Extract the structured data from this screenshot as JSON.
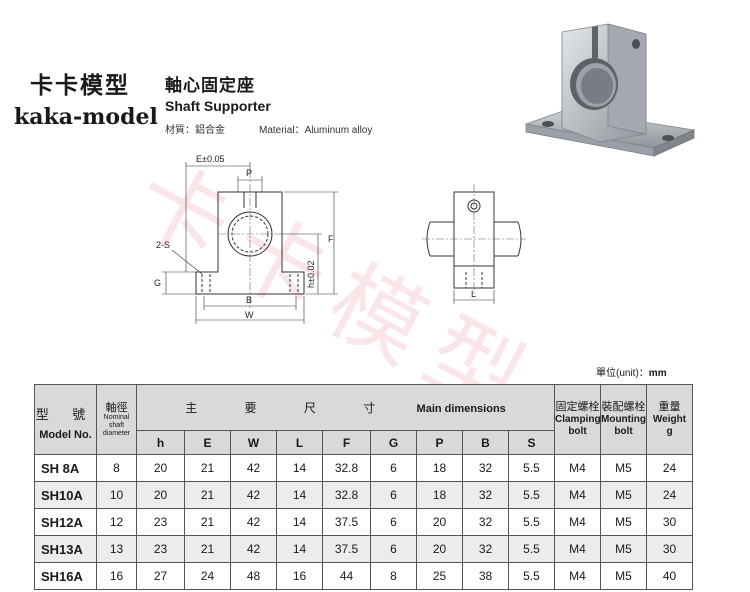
{
  "brand": {
    "cn": "卡卡模型",
    "en": "kaka-model"
  },
  "product": {
    "title_cn": "軸心固定座",
    "title_en": "Shaft Supporter",
    "material_cn": "材質：鋁合金",
    "material_en": "Material：Aluminum alloy"
  },
  "drawing": {
    "labels": {
      "e": "E±0.05",
      "p": "P",
      "s": "2-S",
      "g": "G",
      "b": "B",
      "w": "W",
      "h": "h±0.02",
      "f": "F",
      "l": "L"
    }
  },
  "unit": {
    "label": "單位(unit)：",
    "value": "mm"
  },
  "watermark": "卡卡模型",
  "table": {
    "headers": {
      "model_cn": "型 號",
      "model_en": "Model No.",
      "shaft_cn": "軸徑",
      "shaft_en": "Nominal shaft diameter",
      "main_cn": "主 要 尺 寸",
      "main_en": "Main dimensions",
      "clamp_cn": "固定螺栓",
      "clamp_en": "Clamping bolt",
      "mount_cn": "裝配螺栓",
      "mount_en": "Mounting bolt",
      "weight_cn": "重量",
      "weight_en": "Weight",
      "weight_unit": "g",
      "dims": [
        "h",
        "E",
        "W",
        "L",
        "F",
        "G",
        "P",
        "B",
        "S"
      ]
    },
    "rows": [
      [
        "SH 8A",
        "8",
        "20",
        "21",
        "42",
        "14",
        "32.8",
        "6",
        "18",
        "32",
        "5.5",
        "M4",
        "M5",
        "24"
      ],
      [
        "SH10A",
        "10",
        "20",
        "21",
        "42",
        "14",
        "32.8",
        "6",
        "18",
        "32",
        "5.5",
        "M4",
        "M5",
        "24"
      ],
      [
        "SH12A",
        "12",
        "23",
        "21",
        "42",
        "14",
        "37.5",
        "6",
        "20",
        "32",
        "5.5",
        "M4",
        "M5",
        "30"
      ],
      [
        "SH13A",
        "13",
        "23",
        "21",
        "42",
        "14",
        "37.5",
        "6",
        "20",
        "32",
        "5.5",
        "M4",
        "M5",
        "30"
      ],
      [
        "SH16A",
        "16",
        "27",
        "24",
        "48",
        "16",
        "44",
        "8",
        "25",
        "38",
        "5.5",
        "M4",
        "M5",
        "40"
      ]
    ]
  }
}
